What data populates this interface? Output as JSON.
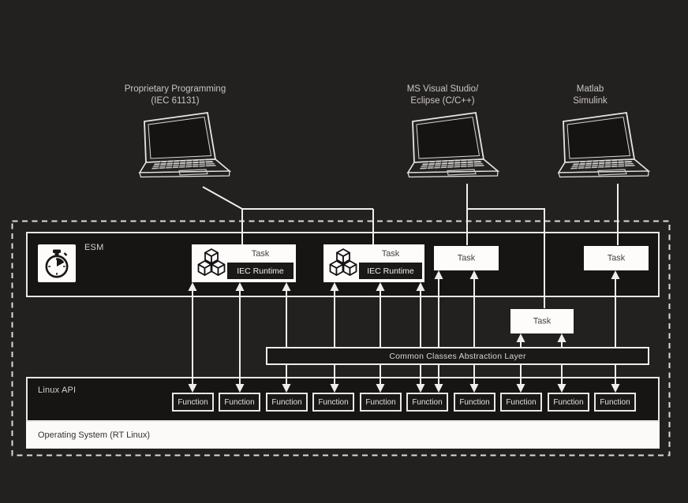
{
  "colors": {
    "background": "#232020",
    "panel_fill": "#171414",
    "block_fill": "#1b1818",
    "line_white": "#f0eeec",
    "white_fill": "#fdfcfb"
  },
  "laptops": [
    {
      "line1": "Proprietary Programming",
      "line2": "(IEC 61131)"
    },
    {
      "line1": "MS Visual Studio/",
      "line2": "Eclipse (C/C++)"
    },
    {
      "line1": "Matlab",
      "line2": "Simulink"
    }
  ],
  "esm": {
    "label": "ESM",
    "tasks": [
      {
        "label": "Task",
        "runtime": "IEC Runtime"
      },
      {
        "label": "Task",
        "runtime": "IEC Runtime"
      },
      {
        "label": "Task"
      },
      {
        "label": "Task"
      }
    ]
  },
  "middle_task": {
    "label": "Task"
  },
  "ccal": {
    "label": "Common Classes Abstraction Layer"
  },
  "linux_api": {
    "label": "Linux API",
    "functions": [
      "Function",
      "Function",
      "Function",
      "Function",
      "Function",
      "Function",
      "Function",
      "Function",
      "Function",
      "Function"
    ]
  },
  "os": {
    "label": "Operating System (RT Linux)"
  }
}
